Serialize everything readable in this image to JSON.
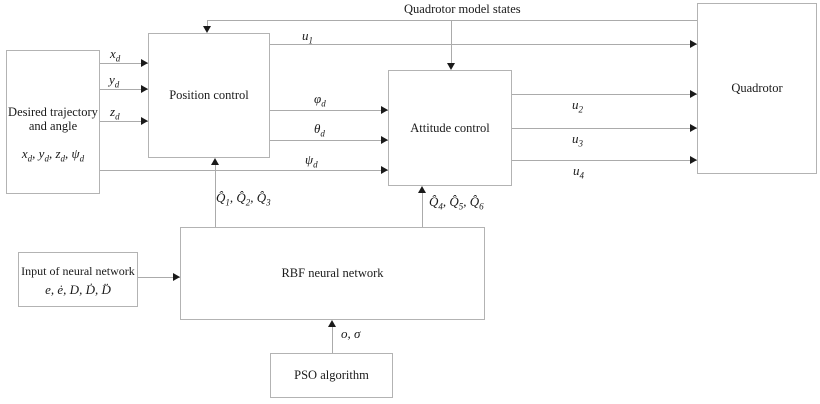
{
  "boxes": {
    "desired_trajectory": {
      "line1": "Desired trajectory",
      "line2": "and angle",
      "signals": [
        {
          "t": "x"
        },
        {
          "t": "d",
          "sub": true
        },
        {
          "t": ", "
        },
        {
          "t": "y"
        },
        {
          "t": "d",
          "sub": true
        },
        {
          "t": ", "
        },
        {
          "t": "z"
        },
        {
          "t": "d",
          "sub": true
        },
        {
          "t": ", "
        },
        {
          "t": "ψ"
        },
        {
          "t": "d",
          "sub": true
        }
      ]
    },
    "position_control": {
      "label": "Position control"
    },
    "attitude_control": {
      "label": "Attitude control"
    },
    "quadrotor": {
      "label": "Quadrotor"
    },
    "rbf_network": {
      "label": "RBF neural network"
    },
    "nn_input": {
      "line1": "Input of neural network",
      "signals": [
        {
          "t": "e, ė, D, Ḋ, D̈"
        }
      ]
    },
    "pso": {
      "label": "PSO algorithm"
    }
  },
  "edges": {
    "feedback": {
      "label": "Quadrotor model states"
    },
    "xd": [
      {
        "t": "x"
      },
      {
        "t": "d",
        "sub": true
      }
    ],
    "yd": [
      {
        "t": "y"
      },
      {
        "t": "d",
        "sub": true
      }
    ],
    "zd": [
      {
        "t": "z"
      },
      {
        "t": "d",
        "sub": true
      }
    ],
    "u1": [
      {
        "t": "u"
      },
      {
        "t": "1",
        "sub": true
      }
    ],
    "u2": [
      {
        "t": "u"
      },
      {
        "t": "2",
        "sub": true
      }
    ],
    "u3": [
      {
        "t": "u"
      },
      {
        "t": "3",
        "sub": true
      }
    ],
    "u4": [
      {
        "t": "u"
      },
      {
        "t": "4",
        "sub": true
      }
    ],
    "phi_d": [
      {
        "t": "φ"
      },
      {
        "t": "d",
        "sub": true
      }
    ],
    "theta_d": [
      {
        "t": "θ"
      },
      {
        "t": "d",
        "sub": true
      }
    ],
    "psi_d": [
      {
        "t": "ψ"
      },
      {
        "t": "d",
        "sub": true
      }
    ],
    "q123": [
      {
        "t": "Q̂"
      },
      {
        "t": "1",
        "sub": true
      },
      {
        "t": ", "
      },
      {
        "t": "Q̂"
      },
      {
        "t": "2",
        "sub": true
      },
      {
        "t": ", "
      },
      {
        "t": "Q̂"
      },
      {
        "t": "3",
        "sub": true
      }
    ],
    "q456": [
      {
        "t": "Q̂"
      },
      {
        "t": "4",
        "sub": true
      },
      {
        "t": ", "
      },
      {
        "t": "Q̂"
      },
      {
        "t": "5",
        "sub": true
      },
      {
        "t": ", "
      },
      {
        "t": "Q̂"
      },
      {
        "t": "6",
        "sub": true
      }
    ],
    "o_sigma": [
      {
        "t": "o, σ"
      }
    ]
  },
  "colors": {
    "background": "#ffffff",
    "box_border": "#b3b3b3",
    "line": "#ababab",
    "arrowhead": "#1a1a1a",
    "text": "#1a1a1a"
  }
}
